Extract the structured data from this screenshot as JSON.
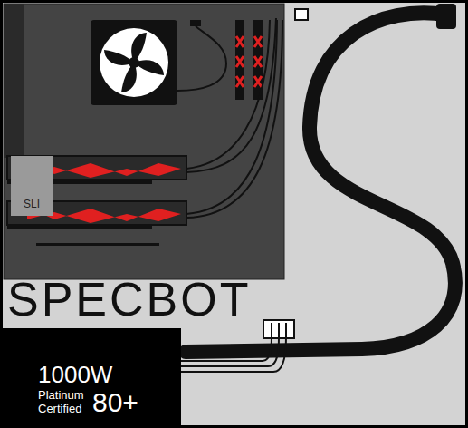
{
  "diagram": {
    "nodes": [
      {
        "text": [
          "1000W",
          "Platinum Certified",
          "80+"
        ]
      },
      {
        "text": [
          "SLI"
        ]
      }
    ],
    "labels": [
      "SPECBOT"
    ]
  }
}
